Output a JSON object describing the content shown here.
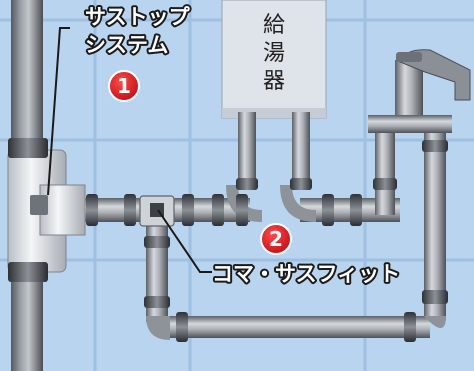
{
  "labels": {
    "sastop_line1": "サストップ",
    "sastop_line2": "システム",
    "koma_sasfit": "コマ・サスフィット"
  },
  "water_heater": {
    "char1": "給",
    "char2": "湯",
    "char3": "器"
  },
  "badges": {
    "one": "1",
    "two": "2"
  },
  "colors": {
    "background": "#b9d4ee",
    "grid_line": "#9cbfe0",
    "pipe_light": "#c9ccd0",
    "pipe_dark": "#6a6f75",
    "tee_body": "#e4e8ee",
    "badge_red": "#d7141a",
    "heater_box": "#dfe3ea"
  }
}
